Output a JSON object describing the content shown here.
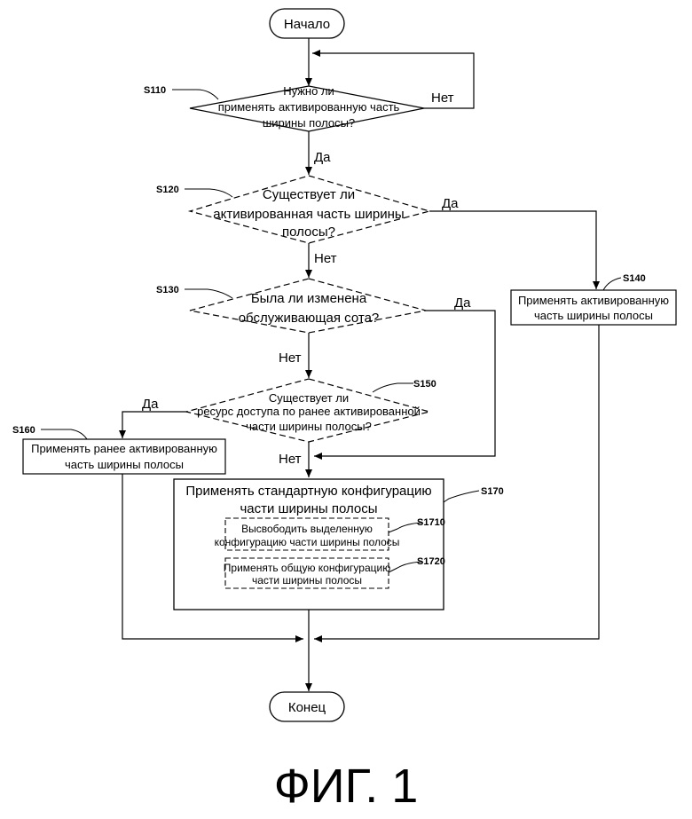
{
  "nodes": {
    "start": "Начало",
    "end": "Конец",
    "s110": [
      "Нужно ли",
      "применять активированную часть",
      "ширины полосы?"
    ],
    "s120": [
      "Существует ли",
      "активированная часть ширины",
      "полосы?"
    ],
    "s130": [
      "Была ли изменена",
      "обслуживающая сота?"
    ],
    "s150": [
      "Существует ли",
      "ресурс доступа по ранее активированной",
      "части ширины полосы?"
    ],
    "s140": [
      "Применять активированную",
      "часть ширины полосы"
    ],
    "s160": [
      "Применять ранее активированную",
      "часть ширины полосы"
    ],
    "s170": [
      "Применять стандартную конфигурацию",
      "части ширины полосы"
    ],
    "s1710": [
      "Высвободить выделенную",
      "конфигурацию части ширины полосы"
    ],
    "s1720": [
      "Применять общую конфигурацию",
      "части ширины полосы"
    ]
  },
  "step_labels": {
    "s110": "S110",
    "s120": "S120",
    "s130": "S130",
    "s140": "S140",
    "s150": "S150",
    "s160": "S160",
    "s170": "S170",
    "s1710": "S1710",
    "s1720": "S1720"
  },
  "edge_labels": {
    "s110_yes": "Да",
    "s110_no": "Нет",
    "s120_yes": "Да",
    "s120_no": "Нет",
    "s130_yes": "Да",
    "s130_no": "Нет",
    "s150_yes": "Да",
    "s150_no": "Нет"
  },
  "figure_caption": "ФИГ. 1"
}
